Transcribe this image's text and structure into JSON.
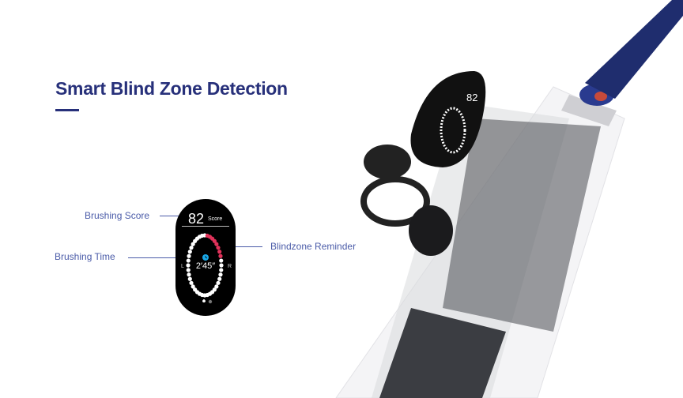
{
  "title": "Smart Blind Zone Detection",
  "callouts": {
    "score_label": "Brushing Score",
    "time_label": "Brushing Time",
    "blindzone_label": "Blindzone Reminder"
  },
  "display": {
    "score": "82",
    "score_unit": "Score",
    "time": "2′45″",
    "left": "L",
    "right": "R"
  },
  "colors": {
    "brand": "#27307a",
    "label": "#4a5ba8",
    "blindzone": "#e0325a",
    "clock": "#19a8e8"
  }
}
